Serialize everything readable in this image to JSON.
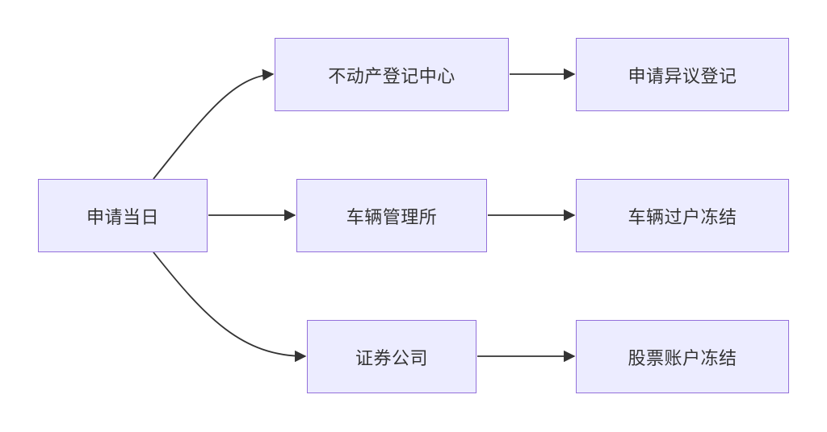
{
  "nodes": {
    "apply_day": "申请当日",
    "real_estate_center": "不动产登记中心",
    "objection_registration": "申请异议登记",
    "vehicle_office": "车辆管理所",
    "vehicle_transfer_freeze": "车辆过户冻结",
    "securities_company": "证券公司",
    "stock_account_freeze": "股票账户冻结"
  },
  "edges": [
    {
      "from": "apply_day",
      "to": "real_estate_center"
    },
    {
      "from": "apply_day",
      "to": "vehicle_office"
    },
    {
      "from": "apply_day",
      "to": "securities_company"
    },
    {
      "from": "real_estate_center",
      "to": "objection_registration"
    },
    {
      "from": "vehicle_office",
      "to": "vehicle_transfer_freeze"
    },
    {
      "from": "securities_company",
      "to": "stock_account_freeze"
    }
  ],
  "colors": {
    "node_fill": "#ececff",
    "node_border": "#9370db",
    "edge": "#333333",
    "text": "#333333"
  }
}
